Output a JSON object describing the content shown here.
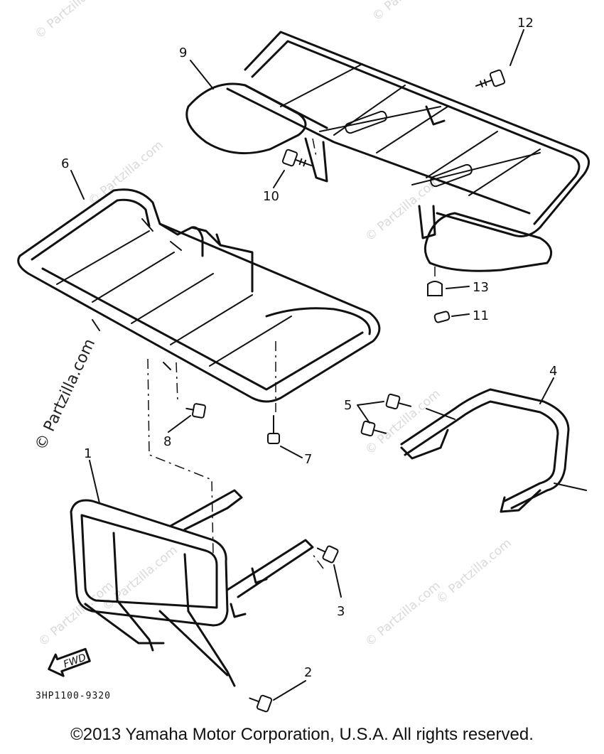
{
  "diagram": {
    "callouts": [
      "1",
      "2",
      "3",
      "4",
      "5",
      "6",
      "7",
      "8",
      "9",
      "10",
      "11",
      "12",
      "13"
    ],
    "fwd_label": "FWD",
    "part_code": "3HP1100-9320"
  },
  "watermark": {
    "text": "© Partzilla.com"
  },
  "footer": {
    "copyright": "©2013  Yamaha Motor Corporation, U.S.A. All rights reserved."
  }
}
